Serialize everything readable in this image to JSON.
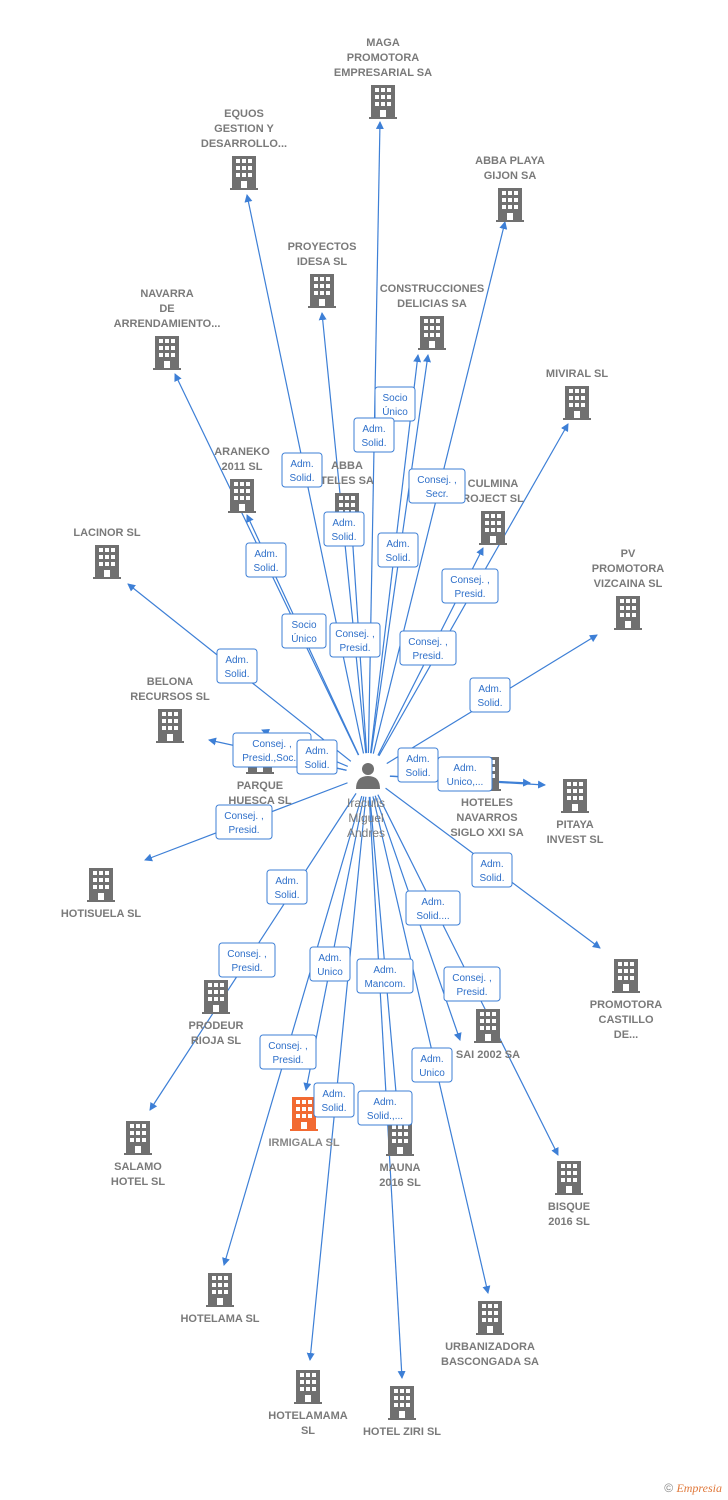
{
  "center": {
    "lines": [
      "Iraculis",
      "Miguel",
      "Andres"
    ],
    "icon": "person-icon"
  },
  "colors": {
    "edge": "#3d7fd6",
    "building": "#707070",
    "highlight": "#f26a32",
    "label": "#7a7a7a"
  },
  "nodes": [
    {
      "id": "maga",
      "lines": [
        "MAGA",
        "PROMOTORA",
        "EMPRESARIAL SA"
      ],
      "icon": "building-icon"
    },
    {
      "id": "equos",
      "lines": [
        "EQUOS",
        "GESTION Y",
        "DESARROLLO..."
      ],
      "icon": "building-icon"
    },
    {
      "id": "abba-gijon",
      "lines": [
        "ABBA PLAYA",
        "GIJON SA"
      ],
      "icon": "building-icon"
    },
    {
      "id": "idesa",
      "lines": [
        "PROYECTOS",
        "IDESA SL"
      ],
      "icon": "building-icon"
    },
    {
      "id": "delicias",
      "lines": [
        "CONSTRUCCIONES",
        "DELICIAS SA"
      ],
      "icon": "building-icon"
    },
    {
      "id": "navarra-arr",
      "lines": [
        "NAVARRA",
        "DE",
        "ARRENDAMIENTO..."
      ],
      "icon": "building-icon"
    },
    {
      "id": "miviral",
      "lines": [
        "MIVIRAL  SL"
      ],
      "icon": "building-icon"
    },
    {
      "id": "araneko",
      "lines": [
        "ARANEKO",
        "2011 SL"
      ],
      "icon": "building-icon"
    },
    {
      "id": "abba-hoteles",
      "lines": [
        "ABBA",
        "TELES SA"
      ],
      "icon": "building-icon"
    },
    {
      "id": "culmina",
      "lines": [
        "CULMINA",
        "ROJECT SL"
      ],
      "icon": "building-icon"
    },
    {
      "id": "lacinor",
      "lines": [
        "LACINOR  SL"
      ],
      "icon": "building-icon"
    },
    {
      "id": "pv-vizcaina",
      "lines": [
        "PV",
        "PROMOTORA",
        "VIZCAINA SL"
      ],
      "icon": "building-icon"
    },
    {
      "id": "belona",
      "lines": [
        "BELONA",
        "RECURSOS SL"
      ],
      "icon": "building-icon"
    },
    {
      "id": "parque-huesca",
      "lines": [
        "PARQUE",
        "HUESCA SL"
      ],
      "icon": "building-icon"
    },
    {
      "id": "hoteles-navarros",
      "lines": [
        "HOTELES",
        "NAVARROS",
        "SIGLO XXI SA"
      ],
      "icon": "building-icon"
    },
    {
      "id": "pitaya",
      "lines": [
        "PITAYA",
        "INVEST SL"
      ],
      "icon": "building-icon"
    },
    {
      "id": "hotisuela",
      "lines": [
        "HOTISUELA  SL"
      ],
      "icon": "building-icon"
    },
    {
      "id": "promotora-castillo",
      "lines": [
        "PROMOTORA",
        "CASTILLO",
        "DE..."
      ],
      "icon": "building-icon"
    },
    {
      "id": "prodeur",
      "lines": [
        "PRODEUR",
        "RIOJA SL"
      ],
      "icon": "building-icon"
    },
    {
      "id": "sai2002",
      "lines": [
        "SAI 2002 SA"
      ],
      "icon": "building-icon"
    },
    {
      "id": "irmigala",
      "lines": [
        "IRMIGALA  SL"
      ],
      "icon": "building-icon",
      "highlight": true
    },
    {
      "id": "mauna",
      "lines": [
        "MAUNA",
        "2016  SL"
      ],
      "icon": "building-icon"
    },
    {
      "id": "salamo",
      "lines": [
        "SALAMO",
        "HOTEL  SL"
      ],
      "icon": "building-icon"
    },
    {
      "id": "bisque",
      "lines": [
        "BISQUE",
        "2016  SL"
      ],
      "icon": "building-icon"
    },
    {
      "id": "hotelama",
      "lines": [
        "HOTELAMA  SL"
      ],
      "icon": "building-icon"
    },
    {
      "id": "urbanizadora",
      "lines": [
        "URBANIZADORA",
        "BASCONGADA SA"
      ],
      "icon": "building-icon"
    },
    {
      "id": "hotelamama",
      "lines": [
        "HOTELAMAMA",
        "SL"
      ],
      "icon": "building-icon"
    },
    {
      "id": "hotel-ziri",
      "lines": [
        "HOTEL ZIRI  SL"
      ],
      "icon": "building-icon"
    }
  ],
  "edge_labels": [
    {
      "lines": [
        "Socio",
        "Único"
      ]
    },
    {
      "lines": [
        "Adm.",
        "Solid."
      ]
    },
    {
      "lines": [
        "Adm.",
        "Solid."
      ]
    },
    {
      "lines": [
        "Consej. ,",
        "Secr."
      ]
    },
    {
      "lines": [
        "Adm.",
        "Solid."
      ]
    },
    {
      "lines": [
        "Adm.",
        "Solid."
      ]
    },
    {
      "lines": [
        "Adm.",
        "Solid."
      ]
    },
    {
      "lines": [
        "Consej. ,",
        "Presid."
      ]
    },
    {
      "lines": [
        "Socio",
        "Único"
      ]
    },
    {
      "lines": [
        "Consej. ,",
        "Presid."
      ]
    },
    {
      "lines": [
        "Consej. ,",
        "Presid."
      ]
    },
    {
      "lines": [
        "Adm.",
        "Solid."
      ]
    },
    {
      "lines": [
        "Adm.",
        "Solid."
      ]
    },
    {
      "lines": [
        "Consej. ,",
        "Presid.,Soc..."
      ]
    },
    {
      "lines": [
        "Adm.",
        "Solid."
      ]
    },
    {
      "lines": [
        "Adm.",
        "Solid."
      ]
    },
    {
      "lines": [
        "Adm.",
        "Unico,..."
      ]
    },
    {
      "lines": [
        "Consej. ,",
        "Presid."
      ]
    },
    {
      "lines": [
        "Adm.",
        "Solid."
      ]
    },
    {
      "lines": [
        "Adm.",
        "Solid."
      ]
    },
    {
      "lines": [
        "Adm.",
        "Solid...."
      ]
    },
    {
      "lines": [
        "Consej. ,",
        "Presid."
      ]
    },
    {
      "lines": [
        "Adm.",
        "Unico"
      ]
    },
    {
      "lines": [
        "Adm.",
        "Mancom."
      ]
    },
    {
      "lines": [
        "Consej. ,",
        "Presid."
      ]
    },
    {
      "lines": [
        "Consej. ,",
        "Presid."
      ]
    },
    {
      "lines": [
        "Adm.",
        "Unico"
      ]
    },
    {
      "lines": [
        "Adm.",
        "Solid."
      ]
    },
    {
      "lines": [
        "Adm.",
        "Solid.,..."
      ]
    }
  ],
  "footer": {
    "copyright": "©",
    "brand": "Empresia"
  }
}
